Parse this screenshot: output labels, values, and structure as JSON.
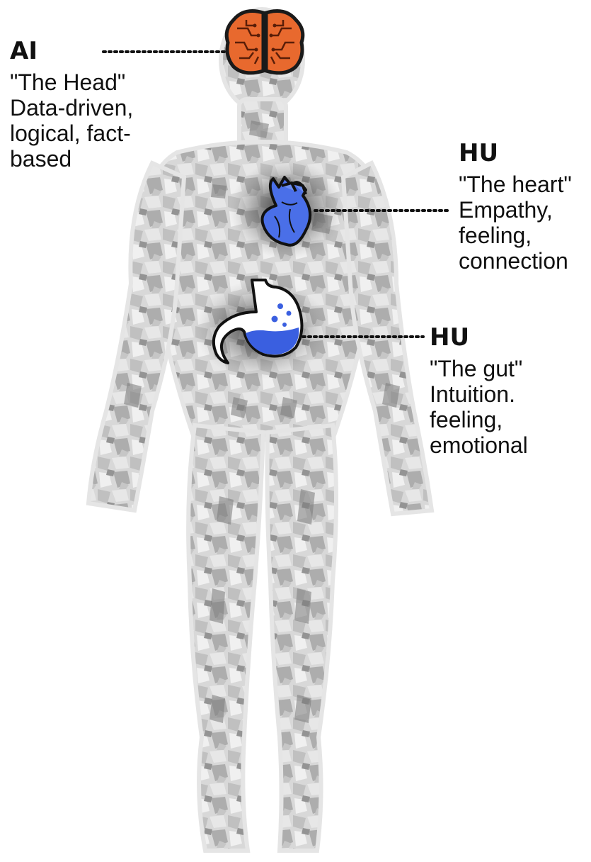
{
  "labels": {
    "ai": {
      "tag": "AI",
      "lines": [
        "\"The Head\"",
        "Data-driven,",
        "logical, fact-",
        "based"
      ]
    },
    "heart": {
      "tag": "HU",
      "lines": [
        "\"The heart\"",
        "Empathy,",
        "feeling,",
        "connection"
      ]
    },
    "gut": {
      "tag": "HU",
      "lines": [
        "\"The gut\"",
        "Intuition.",
        "feeling,",
        "emotional"
      ]
    }
  },
  "icons": {
    "head": "brain-circuit-icon",
    "heart": "anatomical-heart-icon",
    "gut": "stomach-icon"
  },
  "colors": {
    "brain": "#e8692e",
    "organ_blue": "#3f63e0",
    "body_gray": "#c8c8c8",
    "text": "#111111"
  }
}
